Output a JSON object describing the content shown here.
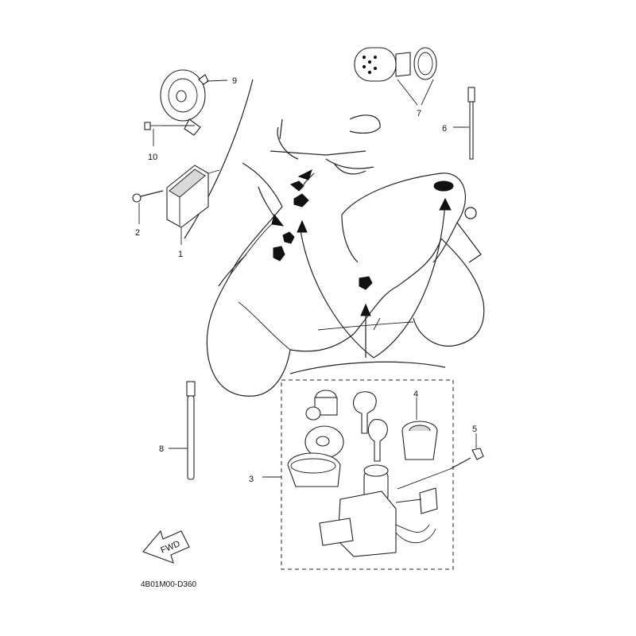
{
  "diagram": {
    "code": "4B01M00-D360",
    "fwd_label": "FWD",
    "callouts": [
      "1",
      "2",
      "3",
      "4",
      "5",
      "6",
      "7",
      "8",
      "9",
      "10"
    ]
  }
}
